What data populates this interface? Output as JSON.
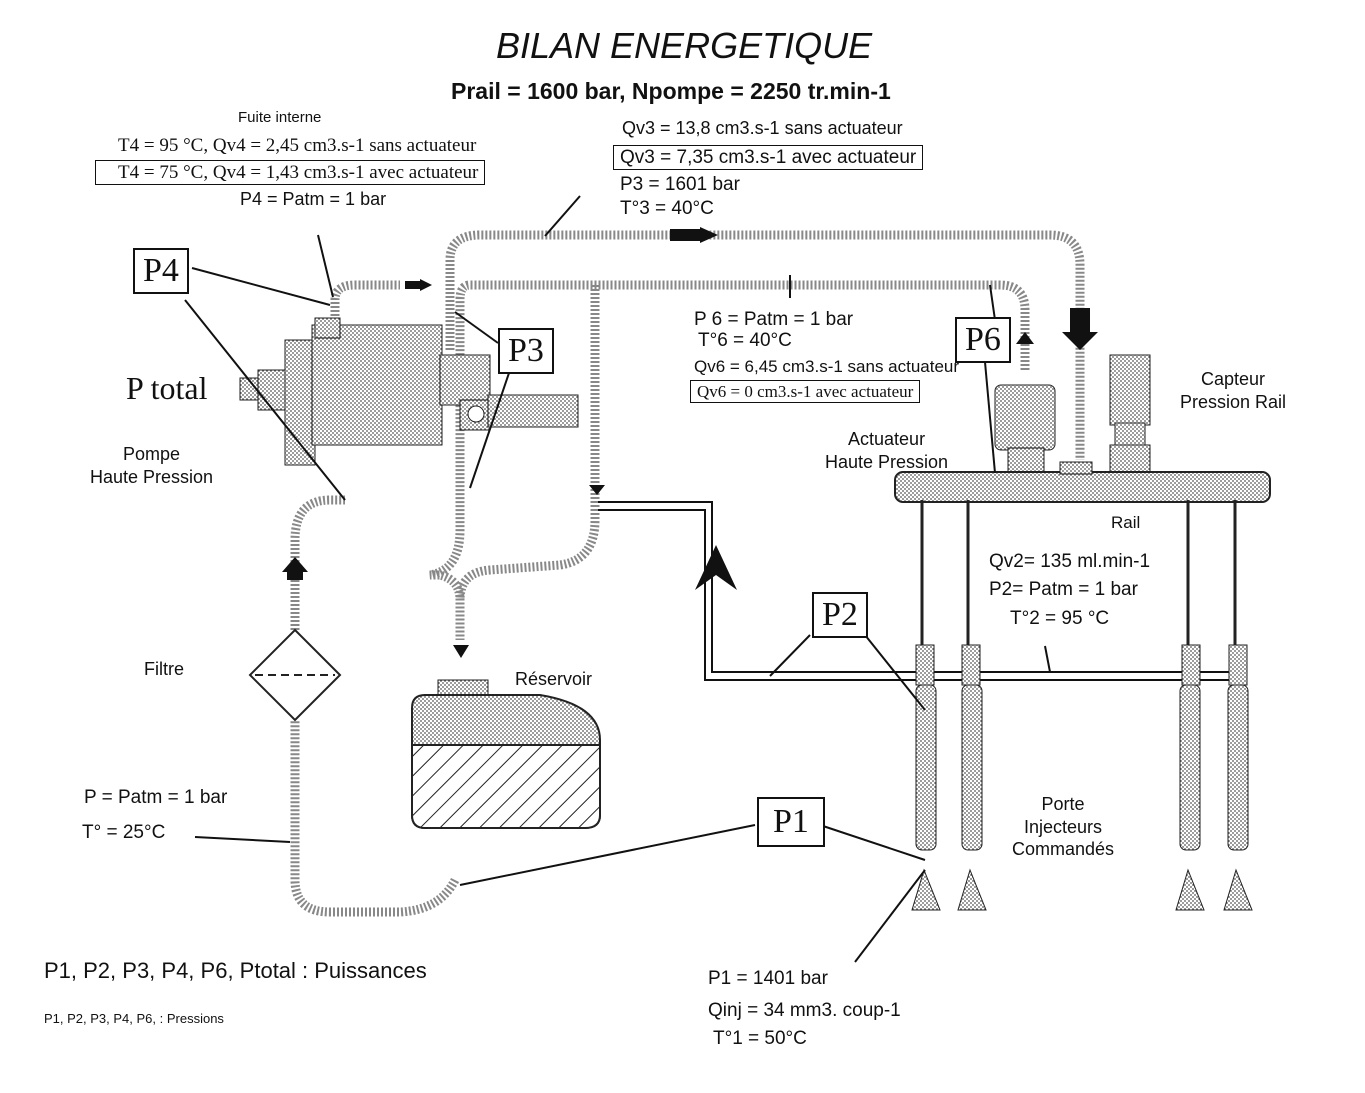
{
  "title": "BILAN ENERGETIQUE",
  "subtitle": "Prail = 1600 bar, Npompe = 2250 tr.min-1",
  "fuite": {
    "heading": "Fuite interne",
    "line1": "T4 = 95 °C, Qv4 = 2,45 cm3.s-1 sans actuateur",
    "line2": "T4 = 75 °C, Qv4 = 1,43 cm3.s-1 avec actuateur",
    "line3": "P4 = Patm = 1 bar"
  },
  "q3": {
    "line1": "Qv3 = 13,8 cm3.s-1 sans actuateur",
    "line2": "Qv3 = 7,35 cm3.s-1 avec actuateur",
    "line3": "P3 = 1601 bar",
    "line4": "T°3 = 40°C"
  },
  "q6": {
    "line1": "P 6 = Patm = 1 bar",
    "line2": "T°6 = 40°C",
    "line3": "Qv6 = 6,45 cm3.s-1 sans actuateur",
    "line4": "Qv6 = 0 cm3.s-1 avec actuateur"
  },
  "q2": {
    "line1": "Qv2= 135 ml.min-1",
    "line2": "P2= Patm = 1 bar",
    "line3": "T°2 = 95 °C"
  },
  "q1": {
    "line1": "P1 = 1401 bar",
    "line2": "Qinj = 34 mm3. coup-1",
    "line3": "T°1 = 50°C"
  },
  "inlet": {
    "line1": "P = Patm = 1 bar",
    "line2": "T° = 25°C"
  },
  "components": {
    "pompe": "Pompe\nHaute Pression",
    "filtre": "Filtre",
    "reservoir": "Réservoir",
    "actuateur": "Actuateur\nHaute Pression",
    "capteur": "Capteur\nPression Rail",
    "rail": "Rail",
    "injecteurs": "Porte\nInjecteurs\nCommandés",
    "ptotal": "P total"
  },
  "power_labels": {
    "p1": "P1",
    "p2": "P2",
    "p3": "P3",
    "p4": "P4",
    "p6": "P6"
  },
  "legend": {
    "line1": "P1, P2, P3, P4, P6, Ptotal : Puissances",
    "line2": "P1, P2, P3, P4, P6, : Pressions"
  }
}
